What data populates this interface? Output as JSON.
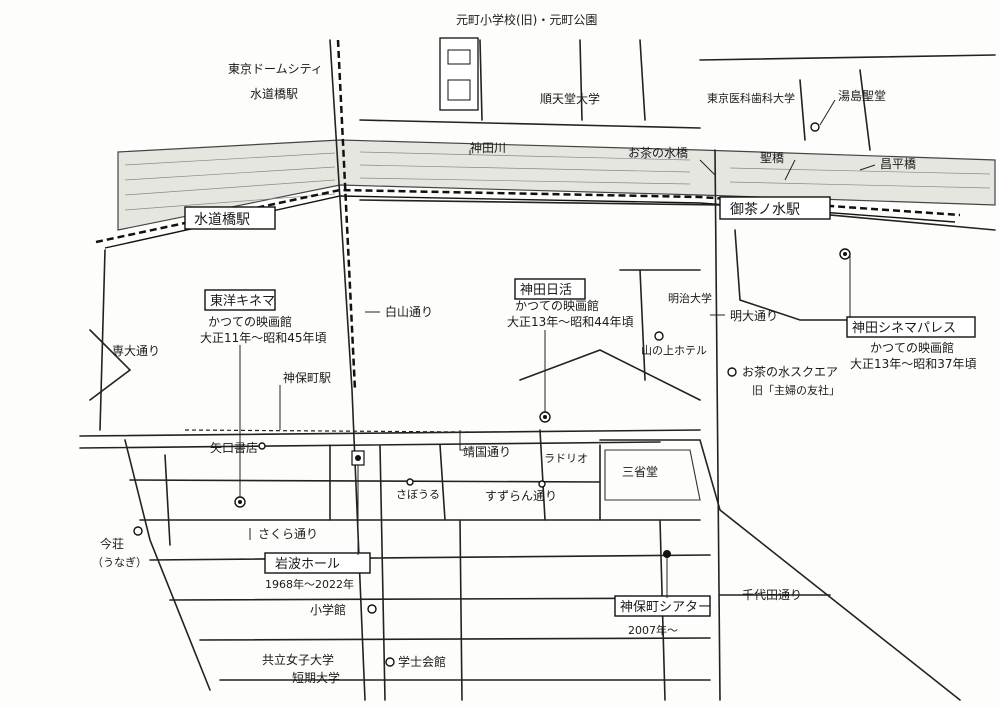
{
  "labels": {
    "motomachi_school": "元町小学校(旧)・元町公園",
    "tokyo_dome_city": "東京ドームシティ",
    "suidobashi_station_top": "水道橋駅",
    "juntendo_univ": "順天堂大学",
    "tokyo_medical_dental": "東京医科歯科大学",
    "yushima_seido": "湯島聖堂",
    "kanda_river": "神田川",
    "ochanomizu_bridge": "お茶の水橋",
    "hijiri_bridge": "聖橋",
    "shohei_bridge": "昌平橋",
    "suidobashi_station_box": "水道橋駅",
    "ochanomizu_station_box": "御茶ノ水駅",
    "toyo_kinema": "東洋キネマ",
    "toyo_kinema_note1": "かつての映画館",
    "toyo_kinema_note2": "大正11年～昭和45年頃",
    "hakusan_dori": "白山通り",
    "kanda_nikkatsu": "神田日活",
    "kanda_nikkatsu_note1": "かつての映画館",
    "kanda_nikkatsu_note2": "大正13年～昭和44年頃",
    "meiji_univ": "明治大学",
    "meidai_dori": "明大通り",
    "yamanoue_hotel": "山の上ホテル",
    "kanda_cinema_palace": "神田シネマパレス",
    "kanda_cinema_palace_note1": "かつての映画館",
    "kanda_cinema_palace_note2": "大正13年～昭和37年頃",
    "ochanomizu_square": "お茶の水スクエア",
    "shufunotomo": "旧「主婦の友社」",
    "senshu_dori": "専大通り",
    "jimbocho_station": "神保町駅",
    "yaguchi_shoten": "矢口書店",
    "yasukuni_dori": "靖国通り",
    "radio": "ラドリオ",
    "sanseido": "三省堂",
    "sabouru": "さぼうる",
    "suzuran_dori": "すずらん通り",
    "sakura_dori": "さくら通り",
    "imaso_line1": "今荘",
    "imaso_line2": "（うなぎ）",
    "iwanami_hall": "岩波ホール",
    "iwanami_years": "1968年～2022年",
    "chiyoda_dori": "千代田通り",
    "jimbocho_theater": "神保町シアター",
    "jimbocho_theater_year": "2007年～",
    "shogakukan": "小学館",
    "kyoritsu_line1": "共立女子大学",
    "kyoritsu_line2": "短期大学",
    "gakushi_kaikan": "学士会館"
  }
}
